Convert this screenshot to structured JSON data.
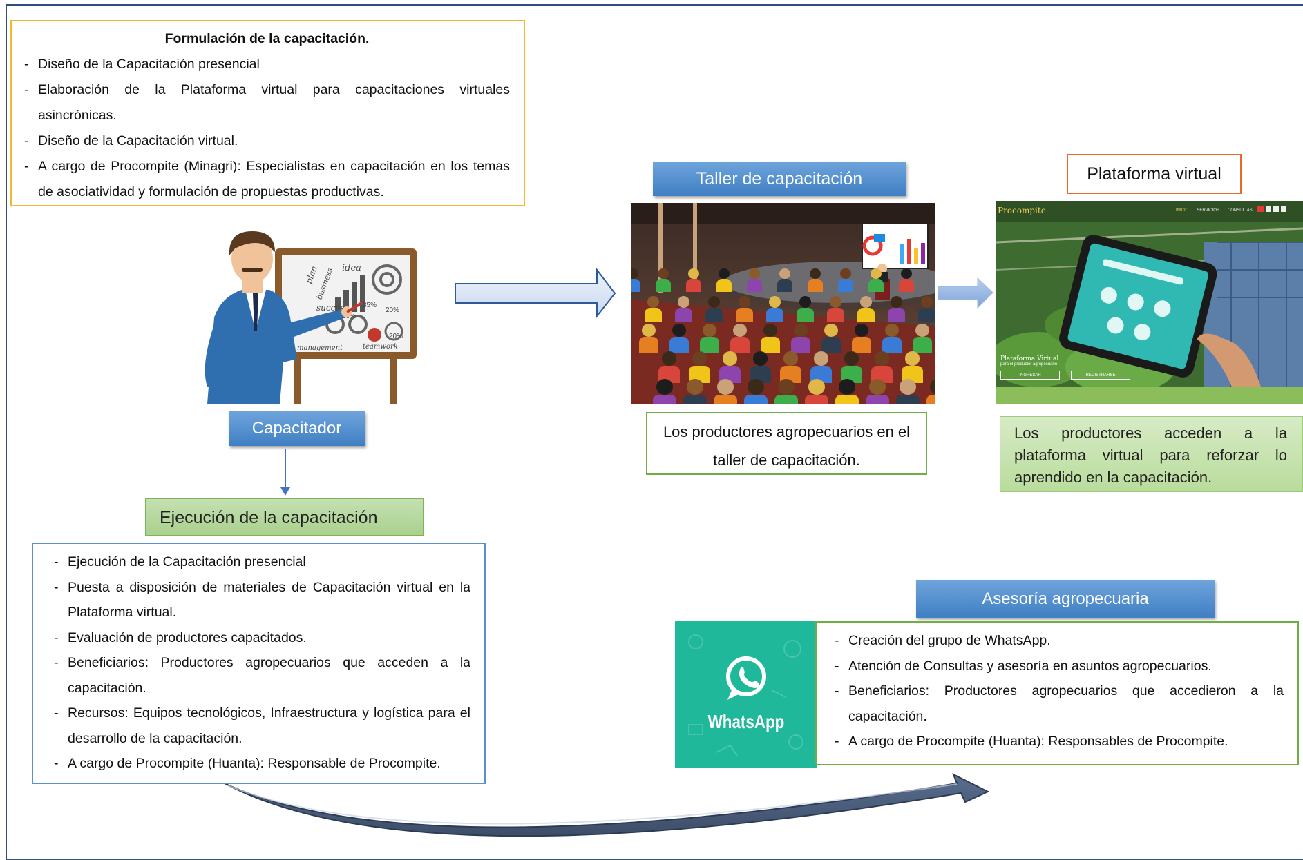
{
  "formulacion": {
    "title": "Formulación de la capacitación.",
    "items": [
      "Diseño de la Capacitación presencial",
      "Elaboración de la Plataforma virtual para capacitaciones virtuales asincrónicas.",
      "Diseño de la Capacitación virtual.",
      "A cargo de Procompite (Minagri): Especialistas en capacitación en los temas de asociatividad y formulación de propuestas productivas."
    ]
  },
  "capacitador": {
    "label": "Capacitador"
  },
  "illustration": {
    "board_words": [
      "plan",
      "idea",
      "business",
      "success",
      "management",
      "teamwork",
      "35%",
      "10%",
      "20%",
      "20%"
    ]
  },
  "ejecucion": {
    "title": "Ejecución de la capacitación",
    "items": [
      "Ejecución de la Capacitación presencial",
      "Puesta a disposición de materiales de Capacitación virtual en la Plataforma virtual.",
      "Evaluación de productores capacitados.",
      "Beneficiarios: Productores agropecuarios que acceden a la capacitación.",
      "Recursos: Equipos tecnológicos, Infraestructura y logística para el desarrollo de la capacitación.",
      "A cargo de Procompite (Huanta): Responsable de Procompite."
    ]
  },
  "taller": {
    "title": "Taller de capacitación",
    "caption": "Los productores agropecuarios en el taller de capacitación."
  },
  "plataforma": {
    "title": "Plataforma virtual",
    "caption": "Los productores acceden a la plataforma virtual para reforzar lo aprendido en la capacitación.",
    "screenshot": {
      "brand": "Procompite",
      "nav": [
        "INICIO",
        "SERVICIOS",
        "CONSULTAS"
      ],
      "hero_title": "Plataforma Virtual",
      "hero_sub": "para el productor agropecuario",
      "buttons": [
        "INGRESAR",
        "REGISTRARSE"
      ]
    }
  },
  "asesoria": {
    "title": "Asesoría agropecuaria",
    "logo_text": "WhatsApp",
    "items": [
      "Creación del grupo de WhatsApp.",
      "Atención de Consultas y asesoría en asuntos agropecuarios.",
      "Beneficiarios: Productores agropecuarios que accedieron a la capacitación.",
      "A cargo de Procompite (Huanta): Responsables de Procompite."
    ]
  },
  "colors": {
    "frame": "#2f4f7f",
    "formulacion_border": "#f2b830",
    "ejecucion_border": "#5b8fd0",
    "green_border": "#70ad47",
    "orange_border": "#e36c2b",
    "tag_blue": "#4f8fd4",
    "tag_green": "#a9d18e",
    "whatsapp": "#1fb89a"
  }
}
